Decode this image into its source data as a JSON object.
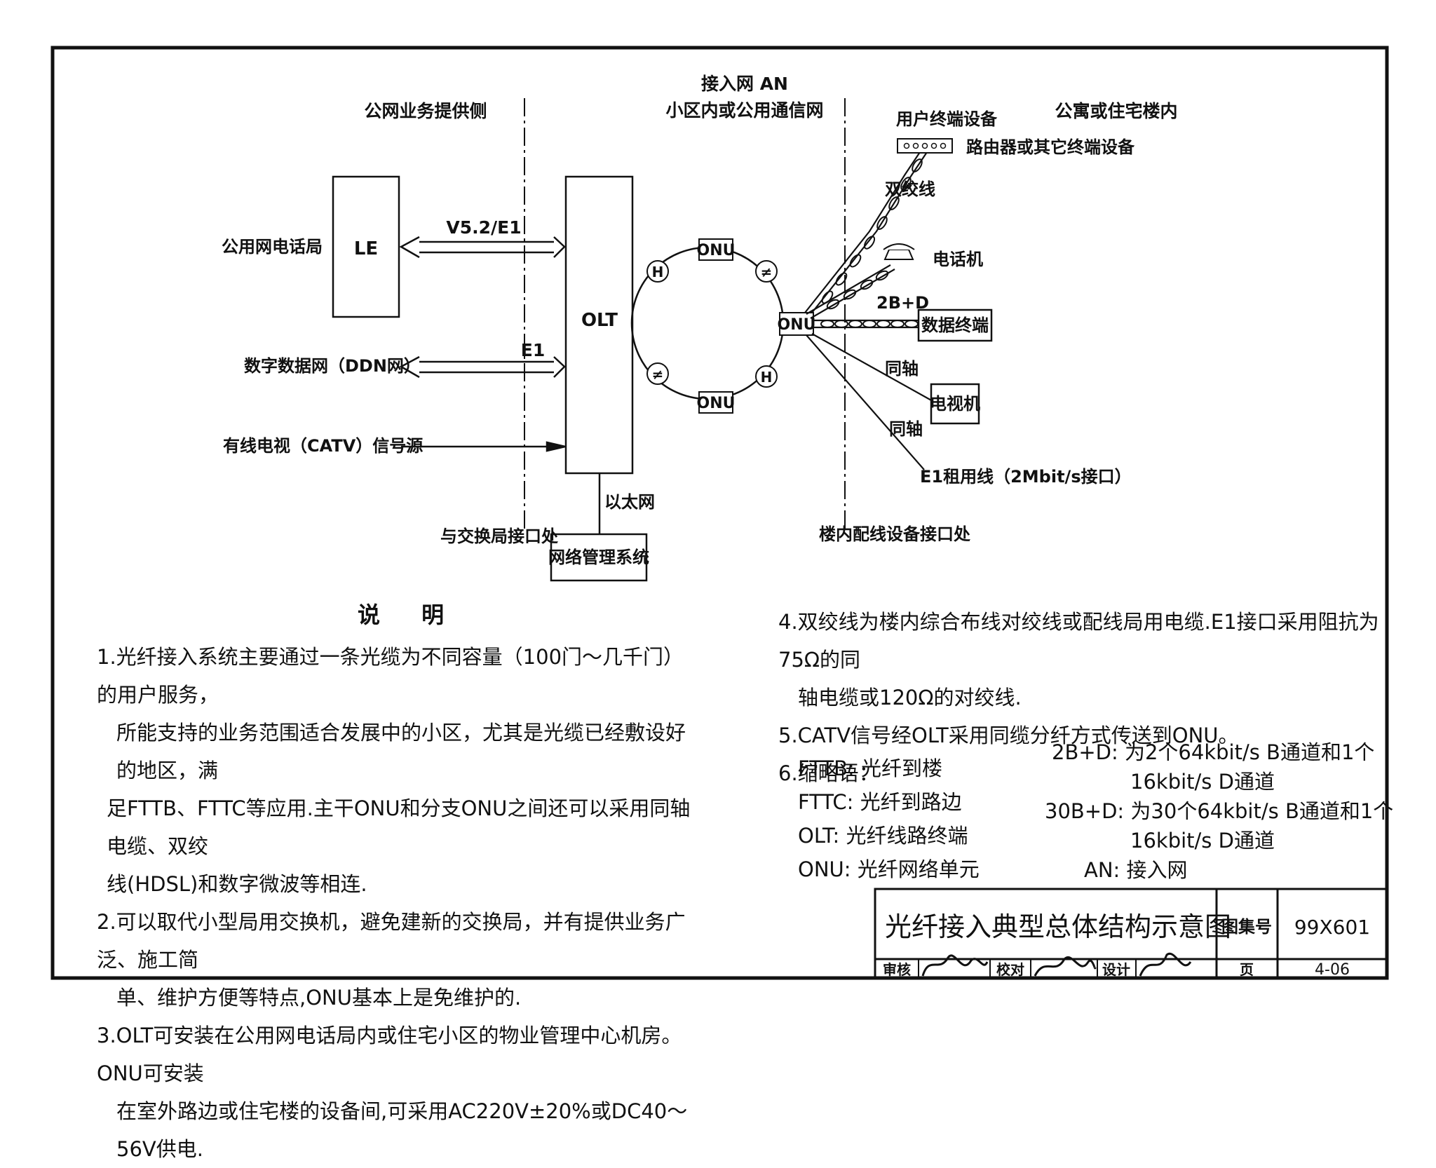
{
  "diagram": {
    "header": {
      "left": "公网业务提供侧",
      "center_line1": "接入网 AN",
      "center_line2": "小区内或公用通信网",
      "right": "公寓或住宅楼内"
    },
    "le": {
      "box": "LE",
      "side": "公用网电话局",
      "link": "V5.2/E1"
    },
    "ddn": {
      "side": "数字数据网（DDN网）",
      "link": "E1"
    },
    "catv": {
      "side": "有线电视（CATV）信号源"
    },
    "olt": {
      "box": "OLT"
    },
    "ethernet": "以太网",
    "nms": "网络管理系统",
    "interface_left": "与交换局接口处",
    "interface_right": "楼内配线设备接口处",
    "ring": {
      "top_onu": "ONU",
      "bottom_onu": "ONU",
      "main_onu": "ONU",
      "splitter_symbols": [
        "H",
        "≠",
        "≠",
        "H"
      ]
    },
    "terminals": {
      "user_terminal": "用户终端设备",
      "router": "路由器或其它终端设备",
      "twisted_pair": "双绞线",
      "phone": "电话机",
      "isdn": "2B+D",
      "data_terminal": "数据终端",
      "coax1": "同轴",
      "tv": "电视机",
      "coax2": "同轴",
      "e1_lease": "E1租用线（2Mbit/s接口）"
    }
  },
  "notes": {
    "heading": "说  明",
    "left": [
      "1.光纤接入系统主要通过一条光缆为不同容量（100门～几千门）的用户服务，",
      "所能支持的业务范围适合发展中的小区，尤其是光缆已经敷设好的地区，满",
      "足FTTB、FTTC等应用.主干ONU和分支ONU之间还可以采用同轴电缆、双绞",
      "线(HDSL)和数字微波等相连.",
      "2.可以取代小型局用交换机，避免建新的交换局，并有提供业务广泛、施工简",
      "单、维护方便等特点,ONU基本上是免维护的.",
      "3.OLT可安装在公用网电话局内或住宅小区的物业管理中心机房。ONU可安装",
      "在室外路边或住宅楼的设备间,可采用AC220V±20%或DC40～56V供电."
    ],
    "right": [
      "4.双绞线为楼内综合布线对绞线或配线局用电缆.E1接口采用阻抗为75Ω的同",
      "轴电缆或120Ω的对绞线.",
      "5.CATV信号经OLT采用同缆分纤方式传送到ONU。",
      "6.缩略语："
    ],
    "abbr_left": [
      "FTTB:  光纤到楼",
      "FTTC:  光纤到路边",
      "OLT:  光纤线路终端",
      "ONU:  光纤网络单元"
    ],
    "abbr_right": [
      "2B+D:  为2个64kbit/s B通道和1个",
      "16kbit/s D通道",
      "30B+D:  为30个64kbit/s B通道和1个",
      "16kbit/s D通道",
      "AN:  接入网"
    ]
  },
  "title_block": {
    "title": "光纤接入典型总体结构示意图",
    "atlas_label": "图集号",
    "atlas_no": "99X601",
    "review": "审核",
    "check": "校对",
    "design": "设计",
    "page_label": "页",
    "page_no": "4-06"
  }
}
